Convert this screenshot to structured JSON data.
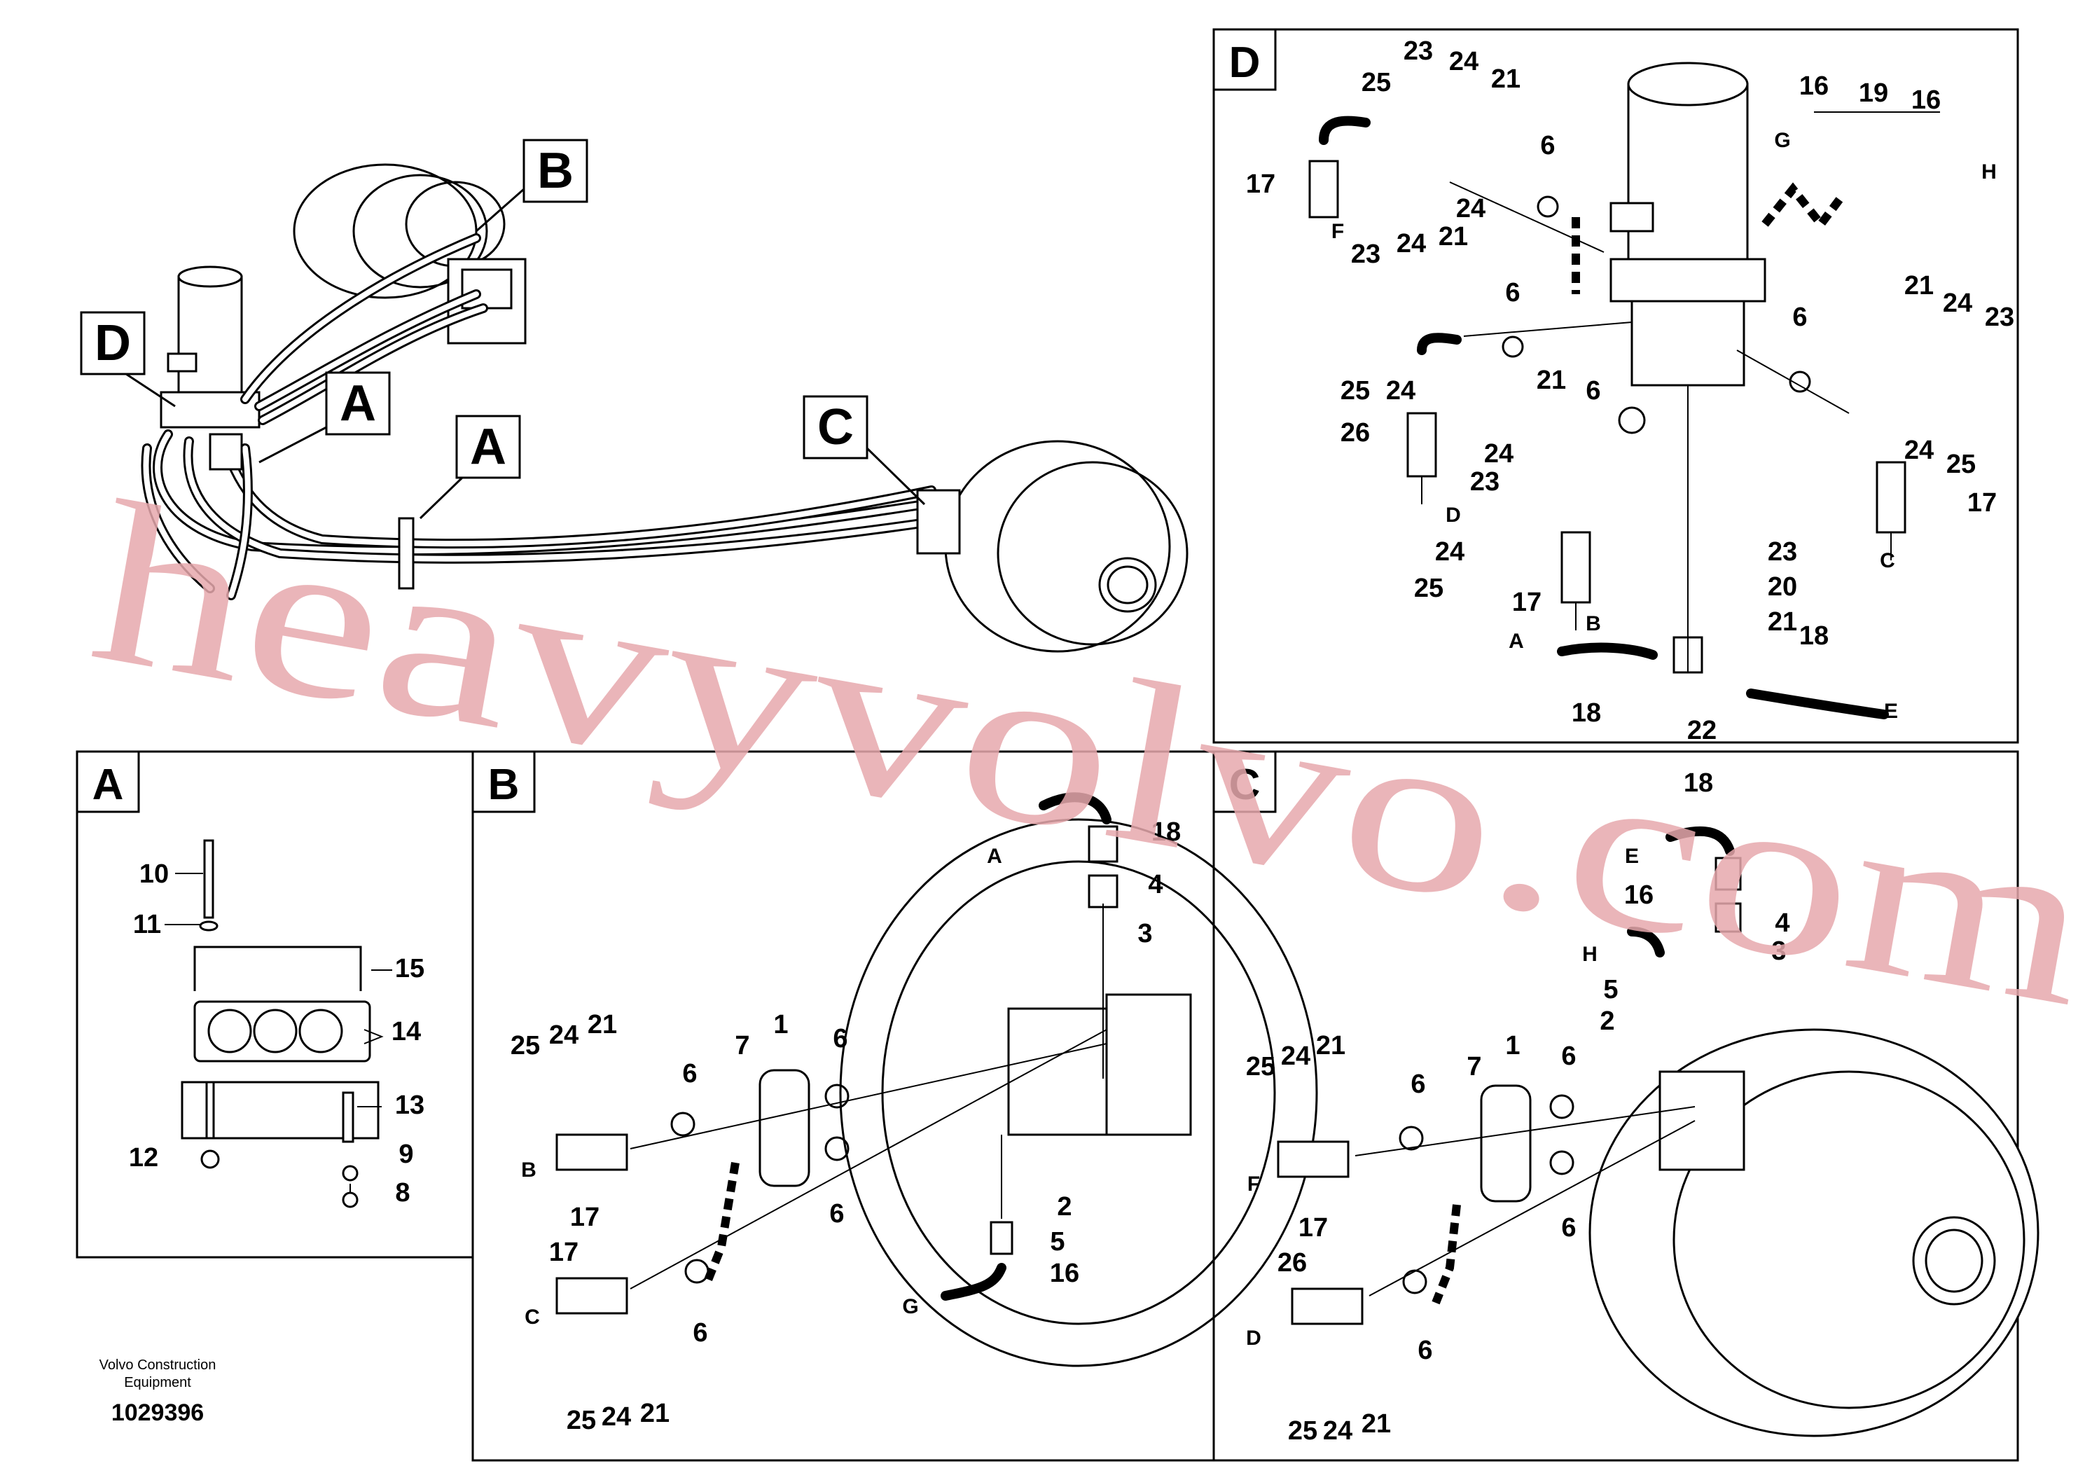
{
  "callouts": {
    "overview": [
      "B",
      "D",
      "A",
      "A",
      "C"
    ],
    "panel_a": {
      "title": "A",
      "parts": [
        "10",
        "11",
        "15",
        "14",
        "13",
        "12",
        "9",
        "8"
      ]
    },
    "panel_b": {
      "title": "B",
      "parts": [
        "18",
        "4",
        "3",
        "25",
        "24",
        "21",
        "7",
        "1",
        "6",
        "6",
        "6",
        "17",
        "17",
        "6",
        "2",
        "5",
        "16",
        "25",
        "24",
        "21"
      ],
      "letters": [
        "A",
        "B",
        "C",
        "G"
      ]
    },
    "panel_c": {
      "title": "C",
      "parts": [
        "18",
        "16",
        "4",
        "3",
        "5",
        "2",
        "25",
        "24",
        "21",
        "7",
        "1",
        "6",
        "6",
        "6",
        "17",
        "26",
        "6",
        "25",
        "24",
        "21"
      ],
      "letters": [
        "E",
        "H",
        "F",
        "D"
      ]
    },
    "panel_d": {
      "title": "D",
      "parts": [
        "23",
        "24",
        "21",
        "25",
        "16",
        "19",
        "16",
        "17",
        "6",
        "24",
        "23",
        "24",
        "21",
        "6",
        "21",
        "24",
        "23",
        "25",
        "24",
        "26",
        "21",
        "6",
        "24",
        "23",
        "6",
        "24",
        "25",
        "17",
        "24",
        "25",
        "23",
        "20",
        "21",
        "17",
        "18",
        "18",
        "22"
      ],
      "letters": [
        "G",
        "H",
        "F",
        "D",
        "B",
        "C",
        "A",
        "E"
      ]
    }
  },
  "footer": {
    "brand_line1": "Volvo Construction",
    "brand_line2": "Equipment",
    "drawing_number": "1029396"
  },
  "watermark": "heavyvolvo.com",
  "colors": {
    "watermark": "#e7a9ad",
    "ink": "#000000"
  }
}
